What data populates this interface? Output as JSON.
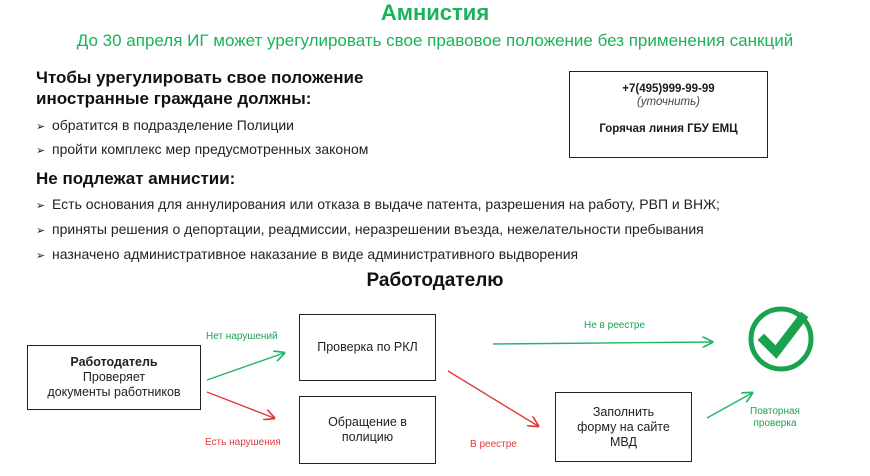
{
  "header": {
    "title": "Амнистия",
    "subtitle": "До 30 апреля ИГ может урегулировать свое правовое положение без применения санкций"
  },
  "requirements": {
    "heading_line1": "Чтобы урегулировать свое положение",
    "heading_line2": "иностранные граждане должны:",
    "items": [
      "обратится в подразделение Полиции",
      "пройти комплекс мер предусмотренных законом"
    ]
  },
  "hotline": {
    "phone": "+7(495)999-99-99",
    "note": "(уточнить)",
    "label": "Горячая линия ГБУ ЕМЦ"
  },
  "exclusions": {
    "heading": "Не подлежат амнистии:",
    "items": [
      "Есть основания для аннулирования или отказа в выдаче патента, разрешения на работу, РВП и ВНЖ;",
      "приняты решения о депортации, реадмиссии, неразрешении въезда, нежелательности пребывания",
      "назначено административное наказание в виде административного выдворения"
    ]
  },
  "flow": {
    "section_title": "Работодателю",
    "employer_bold": "Работодатель",
    "employer_line2": "Проверяет",
    "employer_line3": "документы работников",
    "check_rkl": "Проверка по РКЛ",
    "police_line1": "Обращение в",
    "police_line2": "полицию",
    "form_line1": "Заполнить",
    "form_line2": "форму на сайте",
    "form_line3": "МВД",
    "label_no_violations": "Нет нарушений",
    "label_violations": "Есть нарушения",
    "label_not_in_registry": "Не в реестре",
    "label_in_registry": "В реестре",
    "label_recheck_line1": "Повторная",
    "label_recheck_line2": "проверка"
  },
  "colors": {
    "accent_green": "#19b35a",
    "arrow_green": "#22b567",
    "arrow_red": "#e03a3a",
    "check_green": "#1aa34f"
  },
  "icons": {
    "bullet": "arrowhead-bullet-icon",
    "check": "checkmark-circle-icon"
  }
}
